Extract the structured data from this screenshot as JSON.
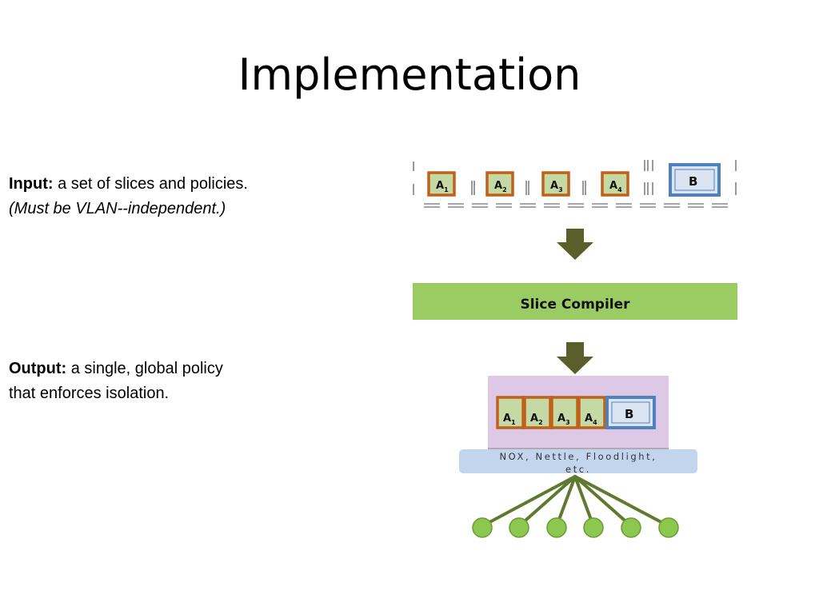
{
  "slide": {
    "title": "Implementation",
    "input": {
      "label": "Input:",
      "text": " a set of slices and policies.",
      "note": "(Must be VLAN--independent.)"
    },
    "output": {
      "label": "Output:",
      "text": " a single, global policy",
      "text2": "that enforces isolation."
    }
  },
  "diagram": {
    "compiler_label": "Slice Compiler",
    "controller_label": "NOX, Nettle, Floodlight,",
    "controller_label2": "etc.",
    "top_slices": [
      {
        "main": "A",
        "sub": "1"
      },
      {
        "main": "A",
        "sub": "2"
      },
      {
        "main": "A",
        "sub": "3"
      },
      {
        "main": "A",
        "sub": "4"
      }
    ],
    "top_b": "B",
    "bottom_slices": [
      {
        "main": "A",
        "sub": "1"
      },
      {
        "main": "A",
        "sub": "2"
      },
      {
        "main": "A",
        "sub": "3"
      },
      {
        "main": "A",
        "sub": "4"
      }
    ],
    "bottom_b": "B",
    "colors": {
      "slice_border": "#c0601a",
      "slice_fill": "#c5d9a4",
      "b_border": "#4f81bd",
      "b_fill": "#dbe5f1",
      "compiler_fill": "#9bcc64",
      "arrow": "#5a5e2b",
      "controller_bg": "#ddc9e6",
      "controller_bar": "#c3d5ec",
      "node": "#8cc84f",
      "link": "#5f7a2e"
    }
  }
}
